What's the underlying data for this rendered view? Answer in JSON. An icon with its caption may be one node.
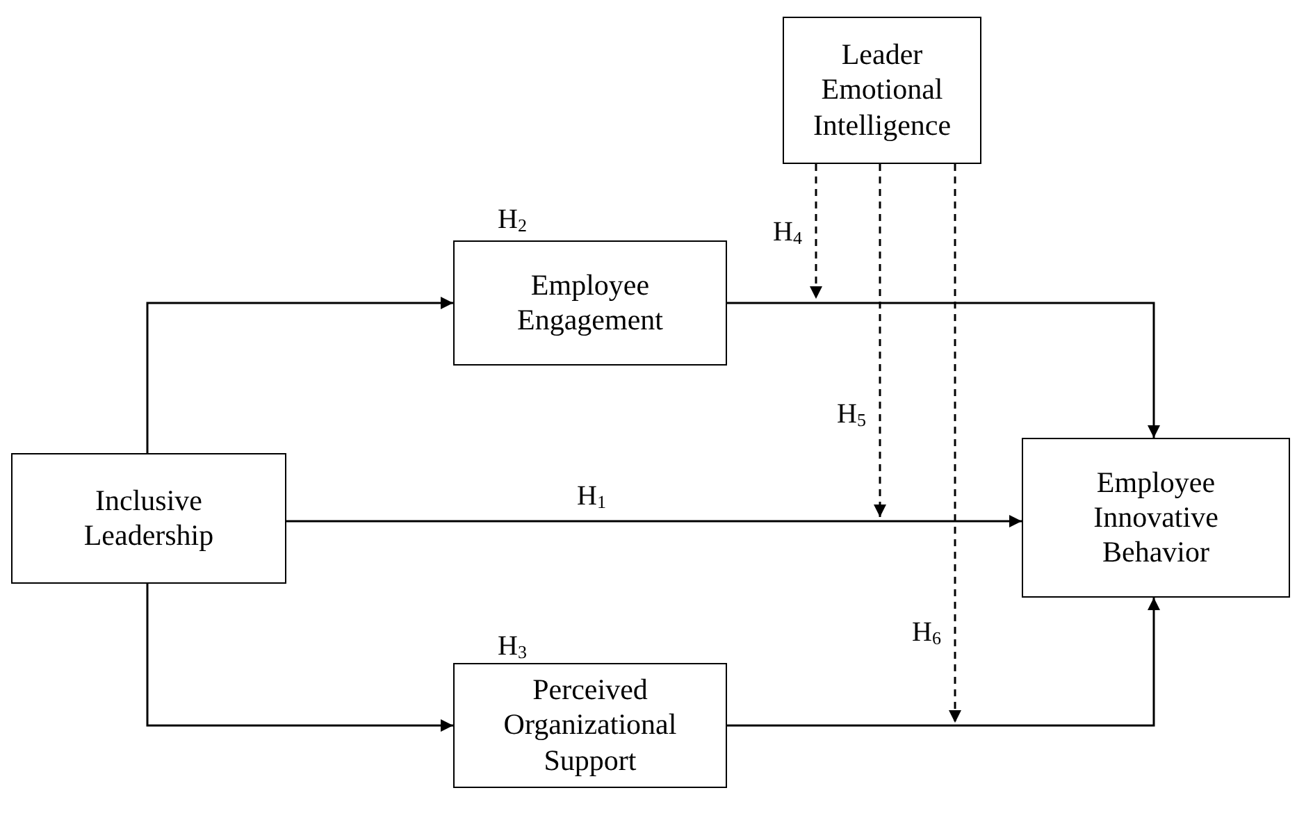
{
  "diagram": {
    "nodes": [
      {
        "text": [
          "Leader Emotional Intelligence"
        ]
      },
      {
        "text": [
          "Employee Engagement"
        ],
        "beside": [
          "H$_{2}$"
        ]
      },
      {
        "text": [
          "Inclusive Leadership"
        ]
      },
      {
        "text": [
          "Employee Innovative Behavior"
        ]
      },
      {
        "text": [
          "Perceived Organizational Support"
        ],
        "beside": [
          "H$_{3}$"
        ]
      }
    ],
    "edges": [
      {
        "from": 2,
        "to": 1,
        "arrow": "to"
      },
      {
        "from": 1,
        "to": 3,
        "arrow": "to"
      },
      {
        "from": 2,
        "to": 3,
        "arrow": "to",
        "label": "H$_{1}$"
      },
      {
        "from": 2,
        "to": 4,
        "arrow": "to"
      },
      {
        "from": 4,
        "to": 3,
        "arrow": "to"
      },
      {
        "from": 0,
        "to": null,
        "arrow": "to",
        "style": "dashed",
        "label": "H$_{4}$"
      },
      {
        "from": 0,
        "to": null,
        "arrow": "to",
        "style": "dashed",
        "label": "H$_{5}$"
      },
      {
        "from": 0,
        "to": null,
        "arrow": "to",
        "style": "dashed",
        "label": "H$_{6}$"
      }
    ]
  }
}
